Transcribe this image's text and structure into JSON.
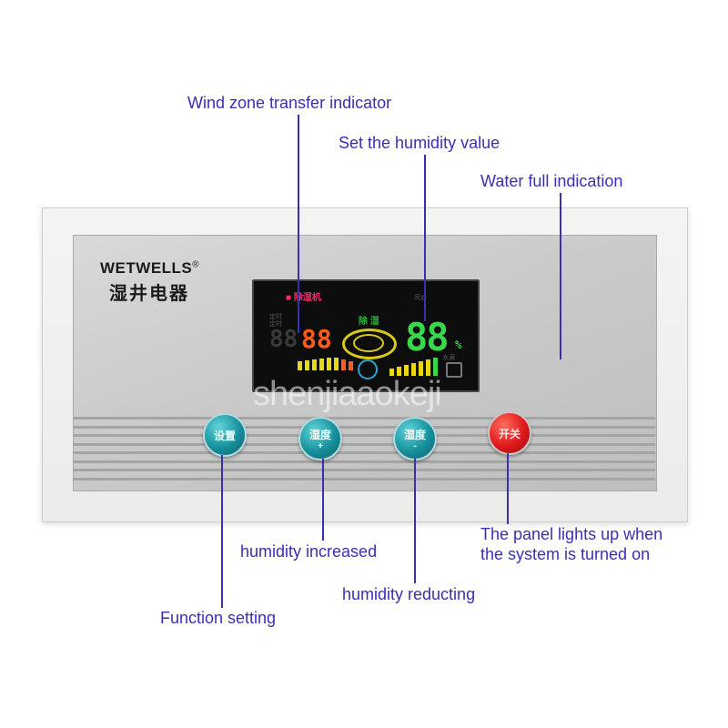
{
  "callouts": {
    "wind_zone": "Wind zone transfer indicator",
    "set_humidity": "Set the humidity value",
    "water_full": "Water full indication",
    "panel_lights": "The panel lights up when the system is turned on",
    "humidity_increased": "humidity increased",
    "humidity_reducting": "humidity reducting",
    "function_setting": "Function setting"
  },
  "brand": {
    "name": "WETWELLS",
    "registered": "®",
    "chinese": "湿井电器"
  },
  "lcd": {
    "mode_label": "除湿机",
    "left_digits": "88",
    "mid_digits": "88",
    "humidity_digits": "88",
    "percent": "%",
    "dehumidify_label": "除 湿",
    "label_tl1": "定时",
    "label_tl2": "定时",
    "label_tr": "风速",
    "label_water": "水满"
  },
  "buttons": {
    "setting": {
      "label": "设置"
    },
    "humidity_up": {
      "label": "湿度",
      "sub": "+"
    },
    "humidity_down": {
      "label": "湿度",
      "sub": "-"
    },
    "power": {
      "label": "开关"
    }
  },
  "watermark": "shenjiaaokeji",
  "colors": {
    "callout": "#3a2fb4",
    "teal_button": "#16909b",
    "red_button": "#e0181a",
    "lcd_green": "#37d94a",
    "lcd_orange": "#ff5b1e",
    "lcd_pink": "#ff2b6a"
  }
}
